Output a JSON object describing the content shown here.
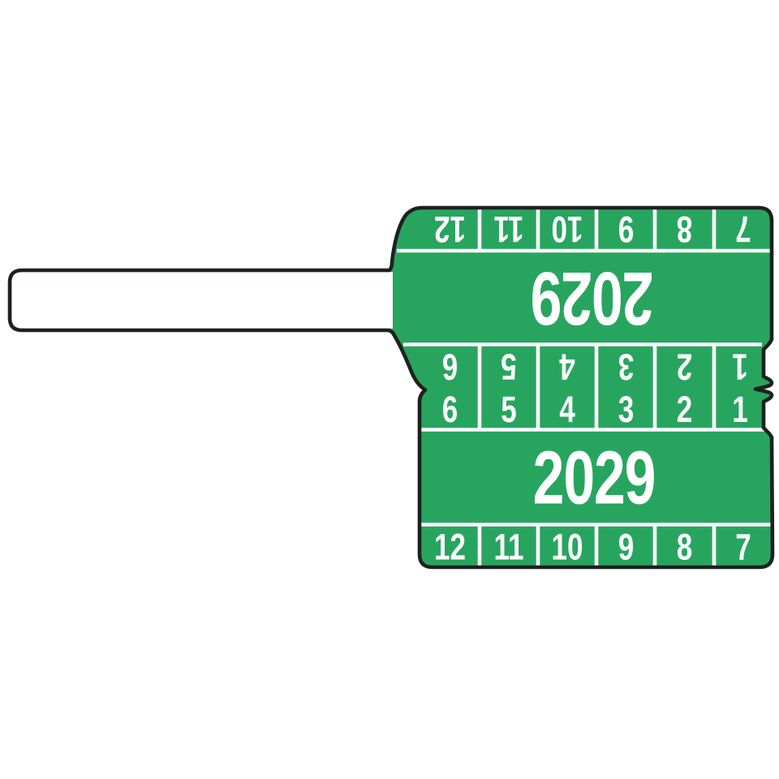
{
  "image": {
    "year": "2029",
    "months_outer": [
      "12",
      "11",
      "10",
      "9",
      "8",
      "7"
    ],
    "months_inner": [
      "6",
      "5",
      "4",
      "3",
      "2",
      "1"
    ],
    "colors": {
      "green": "#27a55e",
      "outline": "#1d211f",
      "white": "#ffffff",
      "background": "#ffffff"
    }
  }
}
